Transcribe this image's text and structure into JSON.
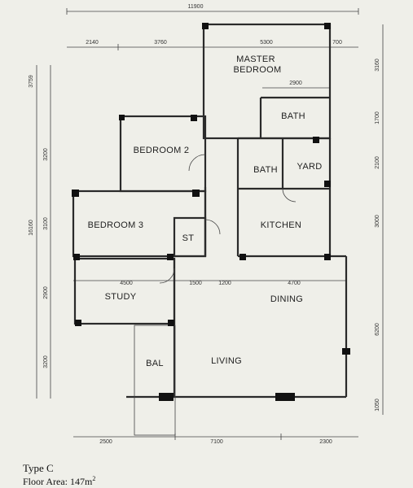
{
  "dimensions": {
    "top_total": "11900",
    "top_segments": [
      "2140",
      "3760",
      "5300",
      "700"
    ],
    "master_inner": "2900",
    "right_side": [
      "3160",
      "1700",
      "2100",
      "3000",
      "6200",
      "1050"
    ],
    "left_total": "16160",
    "left_outer": "3759",
    "left_side": [
      "3200",
      "3100",
      "2900",
      "3200"
    ],
    "mid_row": [
      "4500",
      "1500",
      "1200",
      "4700"
    ],
    "bottom": [
      "2500",
      "7100",
      "2300"
    ]
  },
  "rooms": {
    "master": [
      "MASTER",
      "BEDROOM"
    ],
    "bath_master": "BATH",
    "bedroom2": "BEDROOM 2",
    "bath": "BATH",
    "yard": "YARD",
    "bedroom3": "BEDROOM 3",
    "store": "ST",
    "kitchen": "KITCHEN",
    "study": "STUDY",
    "dining": "DINING",
    "balcony": "BAL",
    "living": "LIVING"
  },
  "caption": {
    "type": "Type C",
    "area_prefix": "Floor Area: 147m",
    "area_sup": "2"
  }
}
